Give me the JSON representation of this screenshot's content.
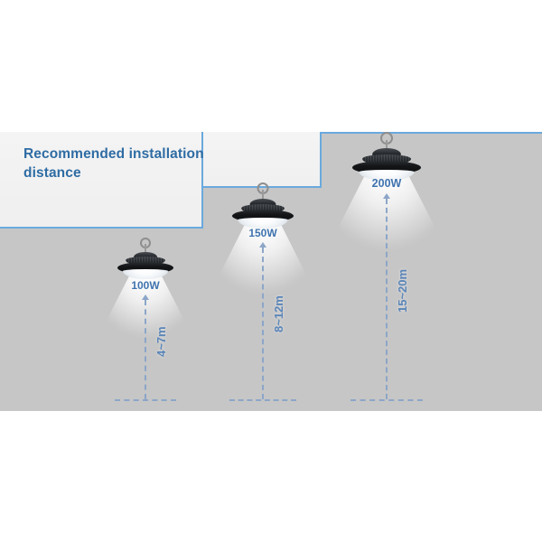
{
  "headline": "Recommended installation distance",
  "colors": {
    "accent_blue": "#6aa9dd",
    "heading_blue": "#2e6ca4",
    "label_blue": "#3f73ae",
    "dash_blue": "#8ca6c8",
    "canvas_gray": "#c6c6c6",
    "panel_gray": "#f1f1f1"
  },
  "lamps": [
    {
      "id": "lamp-100w",
      "wattage": "100W",
      "distance": "4~7m",
      "unit": "m",
      "min_height": 4,
      "max_height": 7
    },
    {
      "id": "lamp-150w",
      "wattage": "150W",
      "distance": "8~12m",
      "unit": "m",
      "min_height": 8,
      "max_height": 12
    },
    {
      "id": "lamp-200w",
      "wattage": "200W",
      "distance": "15~20m",
      "unit": "m",
      "min_height": 15,
      "max_height": 20
    }
  ]
}
